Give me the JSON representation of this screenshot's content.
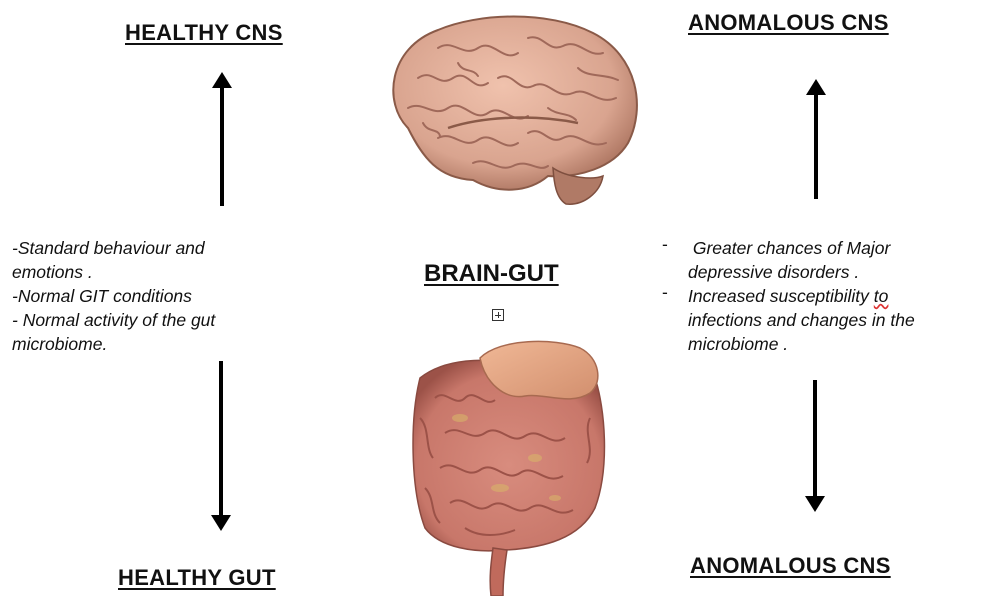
{
  "headings": {
    "top_left": "HEALTHY CNS",
    "top_right": "ANOMALOUS CNS",
    "bottom_left": "HEALTHY GUT",
    "bottom_right": "ANOMALOUS CNS"
  },
  "center": {
    "label": "BRAIN-GUT",
    "expand_icon": "plus-square-icon"
  },
  "left_notes": [
    "-Standard behaviour and",
    "emotions .",
    "-Normal GIT conditions",
    "- Normal activity of the gut",
    "microbiome."
  ],
  "right_notes": {
    "item1": {
      "dash": "-",
      "line1": " Greater chances of Major",
      "line2": "depressive disorders ."
    },
    "item2": {
      "dash": "-",
      "line1_before": "Increased susceptibility ",
      "line1_flagged": "to",
      "line2": "infections and changes in the",
      "line3": "microbiome ."
    }
  },
  "images": {
    "brain": "brain-illustration",
    "gut": "gut-illustration"
  },
  "colors": {
    "brain": "#d9a48f",
    "gut": "#c8776a",
    "stomach": "#e2a080"
  }
}
